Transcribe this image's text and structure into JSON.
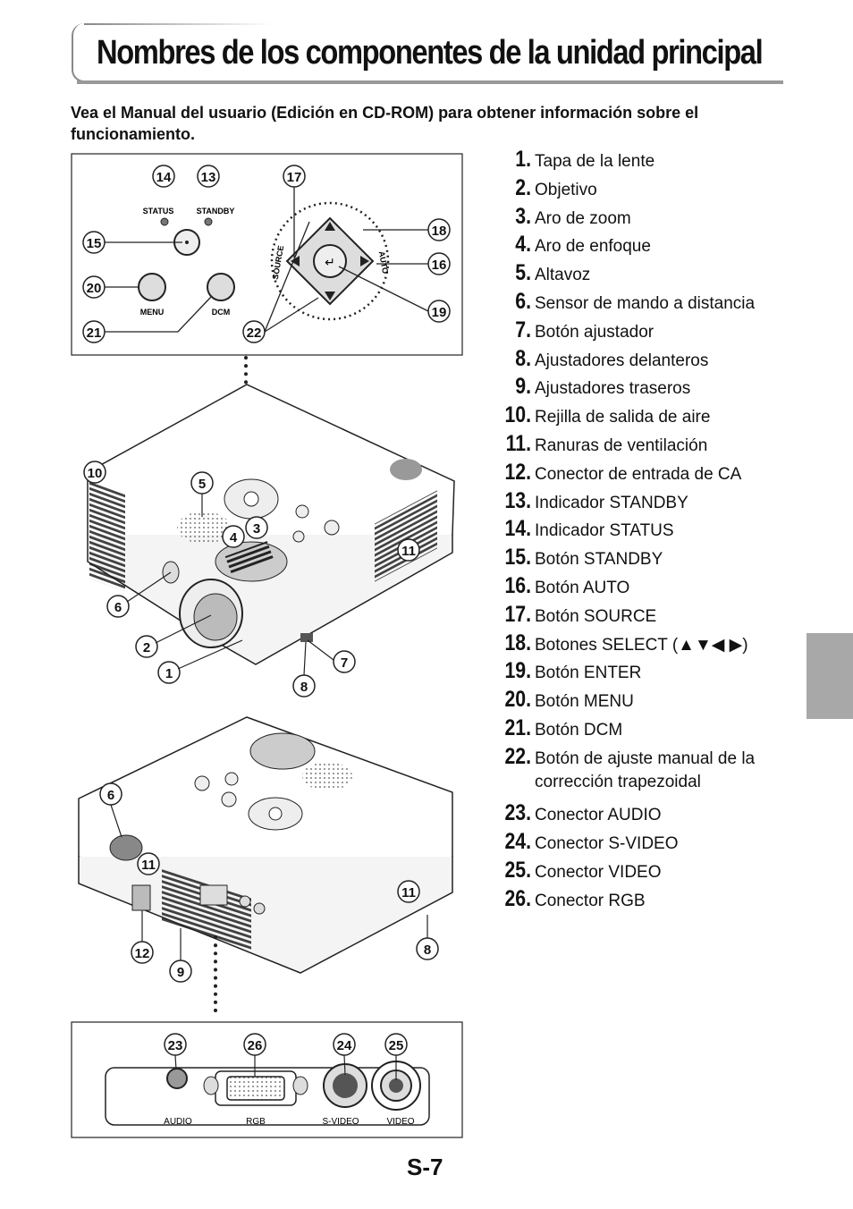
{
  "page": {
    "title": "Nombres de los componentes de la unidad principal",
    "intro": "Vea el Manual del usuario (Edición en CD-ROM) para obtener información sobre el funcionamiento.",
    "page_number": "S-7"
  },
  "components": [
    {
      "num": "1.",
      "label": "Tapa de la lente"
    },
    {
      "num": "2.",
      "label": "Objetivo"
    },
    {
      "num": "3.",
      "label": "Aro de zoom"
    },
    {
      "num": "4.",
      "label": "Aro de enfoque"
    },
    {
      "num": "5.",
      "label": "Altavoz"
    },
    {
      "num": "6.",
      "label": "Sensor de mando a distancia"
    },
    {
      "num": "7.",
      "label": "Botón ajustador"
    },
    {
      "num": "8.",
      "label": "Ajustadores delanteros"
    },
    {
      "num": "9.",
      "label": "Ajustadores traseros"
    },
    {
      "num": "10.",
      "label": "Rejilla de salida de aire"
    },
    {
      "num": "11.",
      "label": "Ranuras de ventilación"
    },
    {
      "num": "12.",
      "label": "Conector de entrada de CA"
    },
    {
      "num": "13.",
      "label": "Indicador STANDBY"
    },
    {
      "num": "14.",
      "label": "Indicador STATUS"
    },
    {
      "num": "15.",
      "label": "Botón STANDBY"
    },
    {
      "num": "16.",
      "label": "Botón AUTO"
    },
    {
      "num": "17.",
      "label": "Botón SOURCE"
    },
    {
      "num": "18.",
      "label": "Botones SELECT (▲▼◀ ▶)"
    },
    {
      "num": "19.",
      "label": "Botón ENTER"
    },
    {
      "num": "20.",
      "label": "Botón MENU"
    },
    {
      "num": "21.",
      "label": "Botón DCM"
    },
    {
      "num": "22.",
      "label": "Botón de ajuste manual de la",
      "cont": "corrección trapezoidal"
    },
    {
      "num": "23.",
      "label": "Conector AUDIO"
    },
    {
      "num": "24.",
      "label": "Conector S-VIDEO"
    },
    {
      "num": "25.",
      "label": "Conector VIDEO"
    },
    {
      "num": "26.",
      "label": "Conector RGB"
    }
  ],
  "panel_labels": {
    "status": "STATUS",
    "standby": "STANDBY",
    "menu": "MENU",
    "dcm": "DCM",
    "source": "SOURCE",
    "auto": "AUTO",
    "audio": "AUDIO",
    "rgb": "RGB",
    "svideo": "S-VIDEO",
    "video": "VIDEO"
  },
  "callouts": {
    "c1": "1",
    "c2": "2",
    "c3": "3",
    "c4": "4",
    "c5": "5",
    "c6": "6",
    "c7": "7",
    "c8": "8",
    "c9": "9",
    "c10": "10",
    "c11": "11",
    "c12": "12",
    "c13": "13",
    "c14": "14",
    "c15": "15",
    "c16": "16",
    "c17": "17",
    "c18": "18",
    "c19": "19",
    "c20": "20",
    "c21": "21",
    "c22": "22",
    "c23": "23",
    "c24": "24",
    "c25": "25",
    "c26": "26"
  }
}
